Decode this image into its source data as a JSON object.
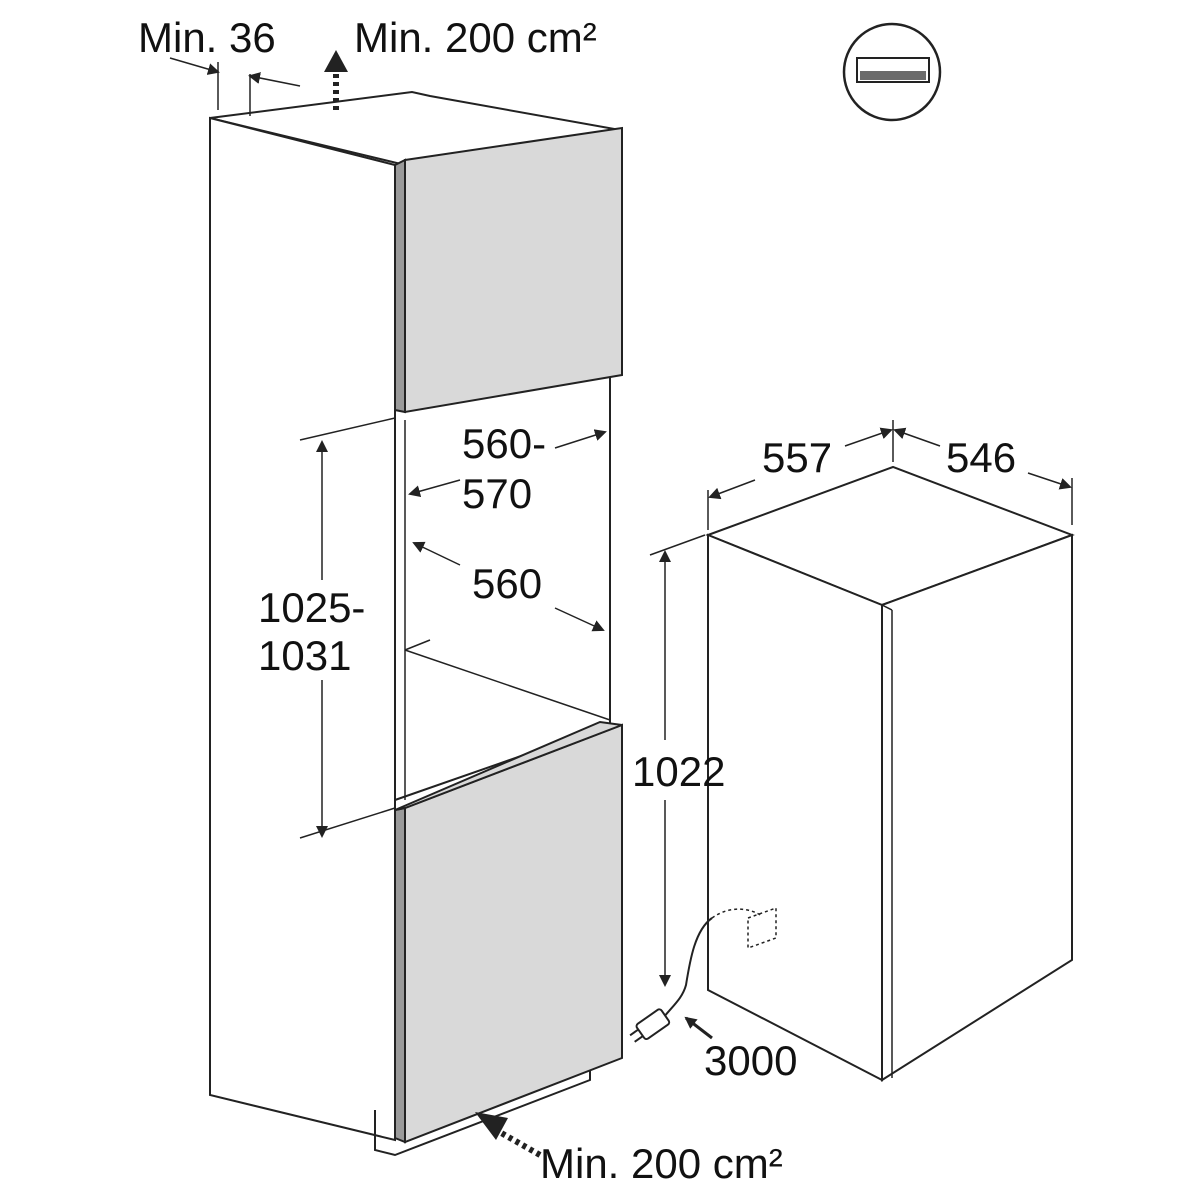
{
  "labels": {
    "min_gap": "Min. 36",
    "vent_top": "Min. 200 cm²",
    "vent_bottom": "Min. 200 cm²",
    "niche_width_1": "560-",
    "niche_width_2": "570",
    "niche_depth": "560",
    "niche_height_1": "1025-",
    "niche_height_2": "1031",
    "appliance_width": "557",
    "appliance_depth": "546",
    "appliance_height": "1022",
    "cable_length": "3000"
  },
  "icon": {
    "name": "built-in-door-icon",
    "colors": {
      "bar": "#6b6b6b",
      "frame": "#222222"
    }
  },
  "colors": {
    "door_panel": "#d9d9d9",
    "door_edge": "#9a9a9a",
    "line": "#222222"
  }
}
